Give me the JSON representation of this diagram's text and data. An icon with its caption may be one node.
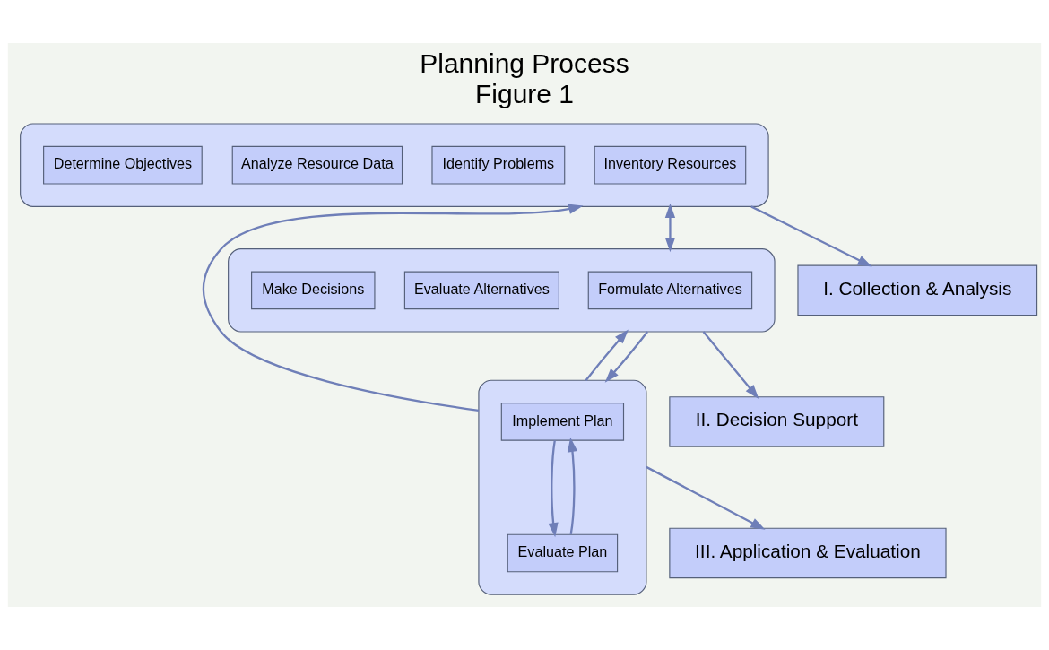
{
  "diagram": {
    "title": "Planning Process",
    "caption": "Figure 1",
    "nodes": [
      {
        "text": [],
        "shape": "ellipse"
      },
      {
        "text": [
          "Inventory Resources"
        ],
        "in": 0
      },
      {
        "text": [
          "Identify Problems"
        ],
        "in": 0
      },
      {
        "text": [
          "Analyze Resource Data"
        ],
        "in": 0
      },
      {
        "text": [
          "Determine Objectives"
        ],
        "in": 0
      },
      {
        "text": [],
        "shape": "ellipse"
      },
      {
        "text": [
          "Formulate Alternatives"
        ],
        "in": 5
      },
      {
        "text": [
          "Evaluate Alternatives"
        ],
        "in": 5
      },
      {
        "text": [
          "Make Decisions"
        ],
        "in": 5
      },
      {
        "text": [],
        "shape": "ellipse"
      },
      {
        "text": [
          "Implement Plan"
        ],
        "in": 9
      },
      {
        "text": [
          "Evaluate Plan"
        ],
        "in": 9
      },
      {
        "text": [
          "I. Collection & Analysis"
        ]
      },
      {
        "text": [
          "II. Decision Support"
        ]
      },
      {
        "text": [
          "III. Application & Evaluation"
        ]
      }
    ],
    "edges": [
      {
        "from": 0,
        "to": 12,
        "arrow": "to"
      },
      {
        "from": 0,
        "to": 5,
        "arrow": "both"
      },
      {
        "from": 9,
        "to": 0,
        "arrow": "to"
      },
      {
        "from": 9,
        "to": 5,
        "arrow": "to"
      },
      {
        "from": 5,
        "to": 13,
        "arrow": "to"
      },
      {
        "from": 5,
        "to": 9,
        "arrow": "to"
      },
      {
        "from": 9,
        "to": 14,
        "arrow": "to"
      },
      {
        "from": 10,
        "to": 11,
        "arrow": "to"
      },
      {
        "from": 11,
        "to": 10,
        "arrow": "to"
      }
    ]
  }
}
